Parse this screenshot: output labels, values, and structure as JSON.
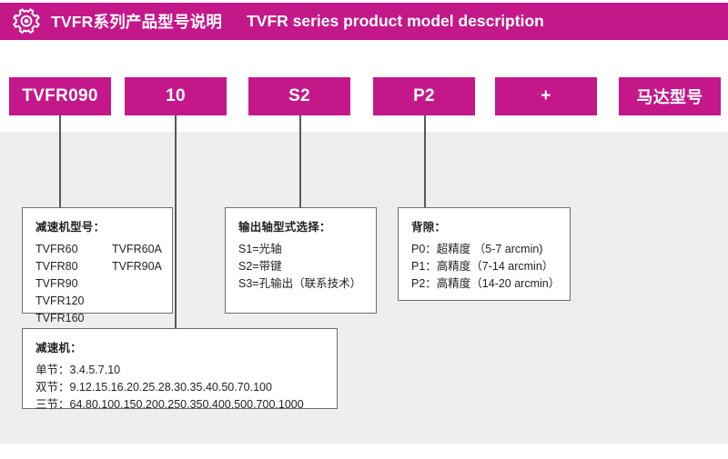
{
  "header": {
    "icon": "gear-icon",
    "title_cn": "TVFR系列产品型号说明",
    "title_en": "TVFR series product model description",
    "background_color": "#c4178a",
    "text_color": "#ffffff"
  },
  "model_code": {
    "segments": [
      {
        "id": "gearbox-model",
        "label": "TVFR090",
        "has_connector": true
      },
      {
        "id": "ratio",
        "label": "10",
        "has_connector": true
      },
      {
        "id": "shaft-type",
        "label": "S2",
        "has_connector": true
      },
      {
        "id": "backlash",
        "label": "P2",
        "has_connector": true
      },
      {
        "id": "plus",
        "label": "+",
        "has_connector": false
      },
      {
        "id": "motor-model",
        "label": "马达型号",
        "has_connector": false
      }
    ]
  },
  "details": {
    "model": {
      "title": "减速机型号：",
      "rows": [
        {
          "a": "TVFR60",
          "b": "TVFR60A"
        },
        {
          "a": "TVFR80",
          "b": "TVFR90A"
        },
        {
          "a": "TVFR90",
          "b": ""
        },
        {
          "a": "TVFR120",
          "b": ""
        },
        {
          "a": "TVFR160",
          "b": ""
        }
      ]
    },
    "shaft": {
      "title": "输出轴型式选择：",
      "lines": [
        "S1=光轴",
        "S2=带键",
        "S3=孔输出（联系技术）"
      ]
    },
    "backlash": {
      "title": "背隙：",
      "lines": [
        "P0：超精度 （5-7 arcmin)",
        "P1：高精度（7-14 arcmin）",
        "P2：高精度（14-20 arcmin）"
      ]
    },
    "ratio": {
      "title": "减速机：",
      "lines": [
        "单节：3.4.5.7.10",
        "双节：9.12.15.16.20.25.28.30.35.40.50.70.100",
        "三节：64.80.100.150.200.250.350.400.500.700.1000"
      ]
    }
  },
  "colors": {
    "brand_magenta": "#c4178a",
    "band_gray": "#eeeeee",
    "line_gray": "#58595b",
    "text_dark": "#231f20"
  }
}
